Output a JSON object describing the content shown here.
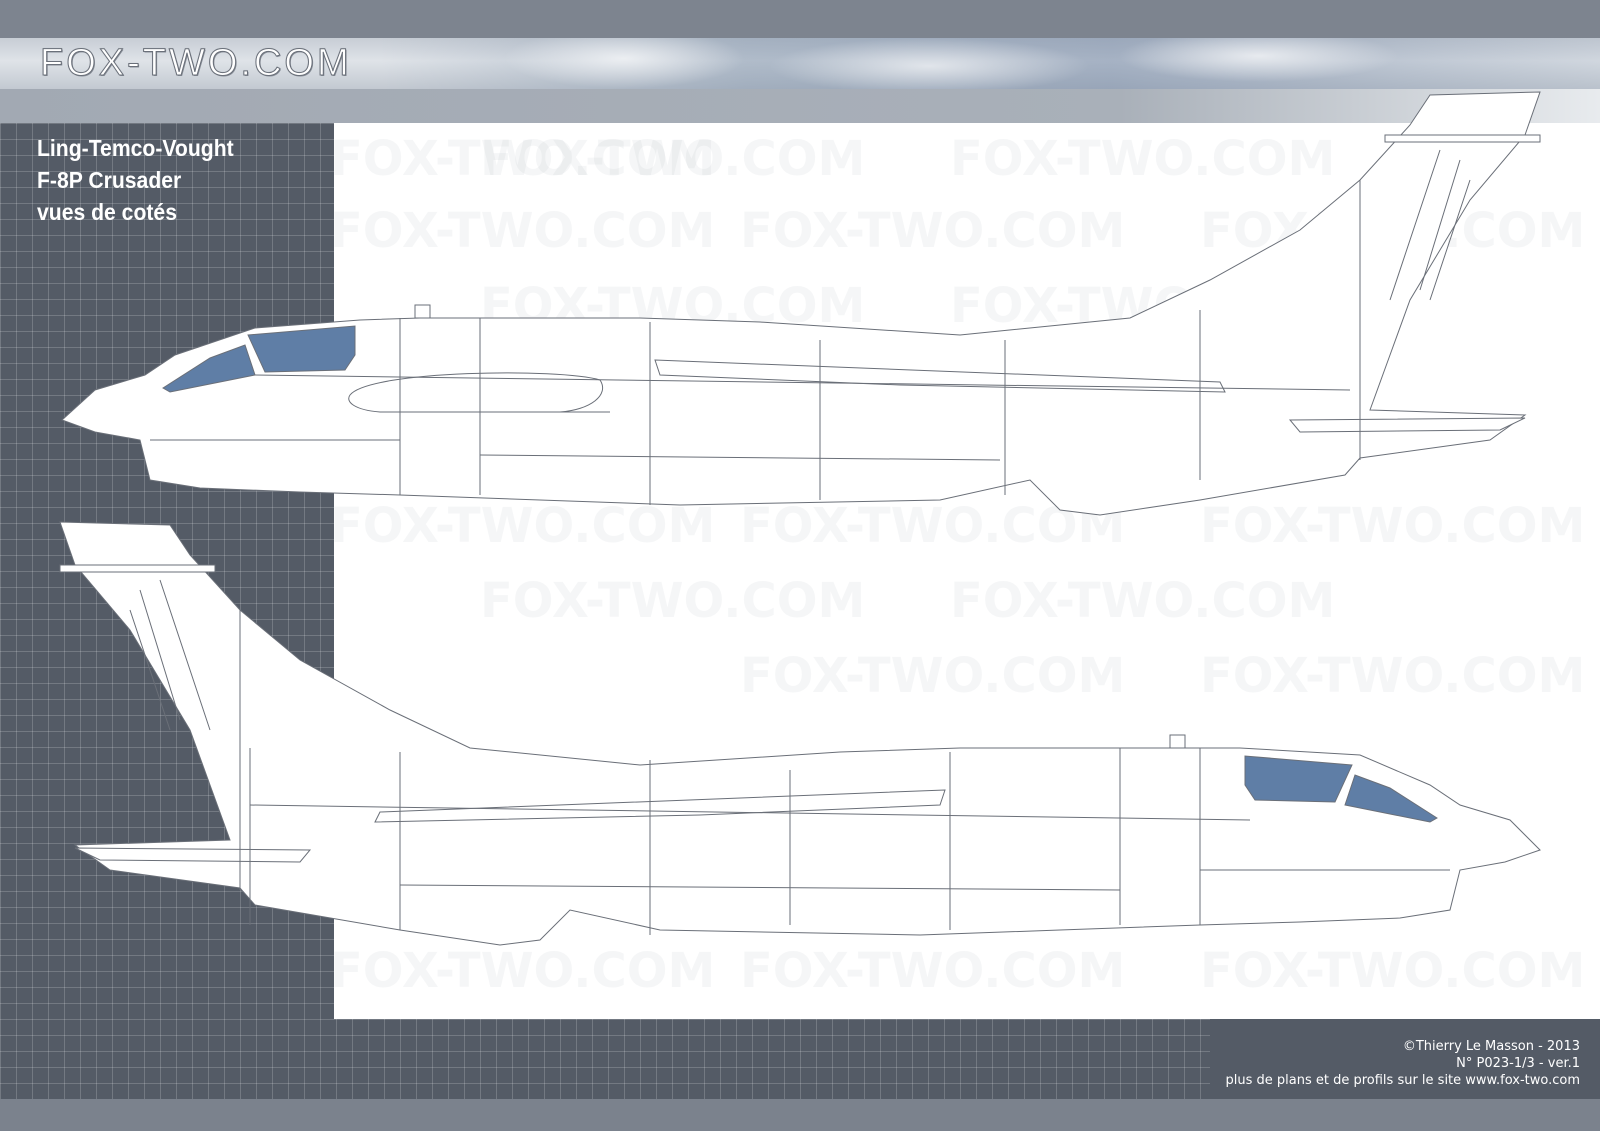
{
  "header": {
    "logo_text": "FOX-TWO.COM"
  },
  "title": {
    "line1": "Ling-Temco-Vought",
    "line2": "F-8P Crusader",
    "line3": "vues de cotés"
  },
  "watermark": {
    "text": "FOX-TWO.COM"
  },
  "credits": {
    "copyright": "©Thierry Le Masson - 2013",
    "reference": "N° P023-1/3   -   ver.1",
    "website_note": "plus de plans et de profils sur le site www.fox-two.com"
  },
  "colors": {
    "panel": "#545b66",
    "canopy": "#5f7ea6",
    "line": "#6a6f78",
    "aircraft": "#ffffff"
  },
  "icons": {
    "top_view": "aircraft-profile-left",
    "bottom_view": "aircraft-profile-right"
  }
}
